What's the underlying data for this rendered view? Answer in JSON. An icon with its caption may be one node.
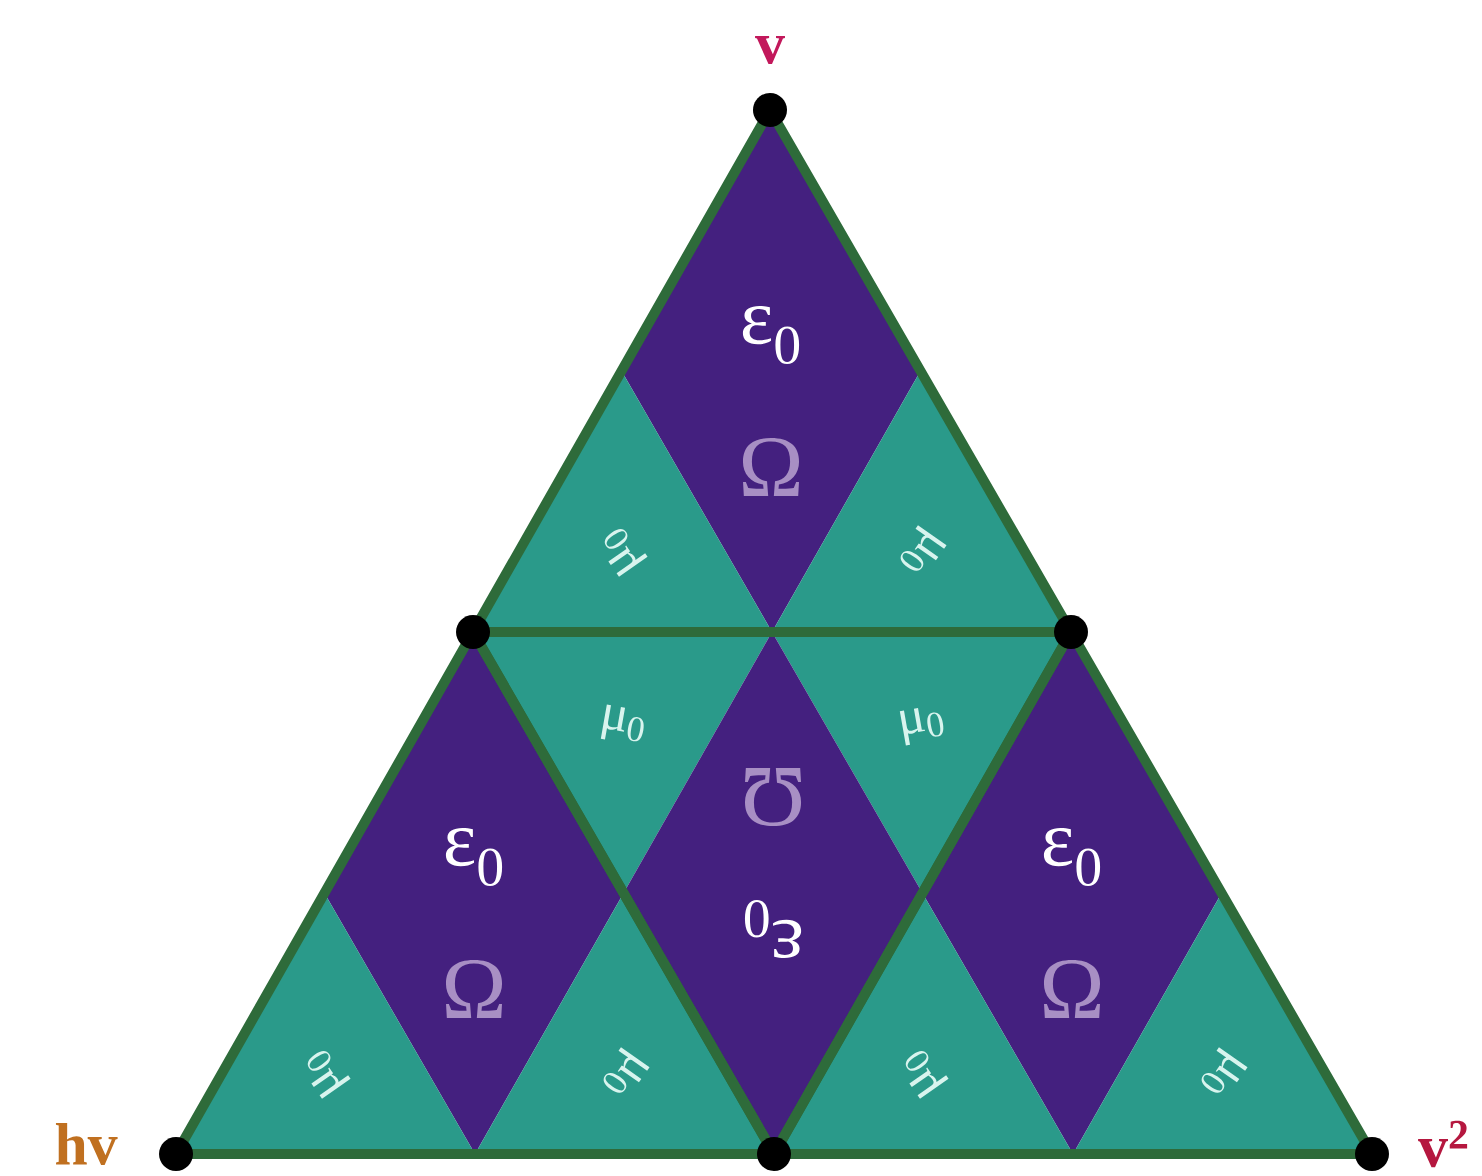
{
  "diagram": {
    "nodes": [
      {
        "text": [],
        "shape": "circle",
        "beside": [
          "v"
        ]
      },
      {
        "text": [
          "ε$_{0}$",
          "Ω"
        ]
      },
      {
        "text": [
          "μ$_{0}$"
        ]
      },
      {
        "text": [
          "μ$_{0}$"
        ]
      },
      {
        "text": [],
        "shape": "circle"
      },
      {
        "text": [],
        "shape": "circle"
      },
      {
        "text": [
          "μ$_{0}$"
        ]
      },
      {
        "text": [
          "μ$_{0}$"
        ]
      },
      {
        "text": [
          "ε$_{0}$",
          "Ω"
        ]
      },
      {
        "text": [
          "ε$_{0}$",
          "Ω"
        ]
      },
      {
        "text": [
          "μ$_{0}$"
        ]
      },
      {
        "text": [
          "μ$_{0}$"
        ]
      },
      {
        "text": [
          "ε$_{0}$",
          "Ω"
        ]
      },
      {
        "text": [
          "μ$_{0}$"
        ]
      },
      {
        "text": [
          "μ$_{0}$"
        ]
      },
      {
        "text": [],
        "shape": "circle",
        "beside": [
          "hv"
        ]
      },
      {
        "text": [],
        "shape": "circle"
      },
      {
        "text": [],
        "shape": "circle",
        "beside": [
          "v$^{2}$"
        ]
      }
    ]
  }
}
